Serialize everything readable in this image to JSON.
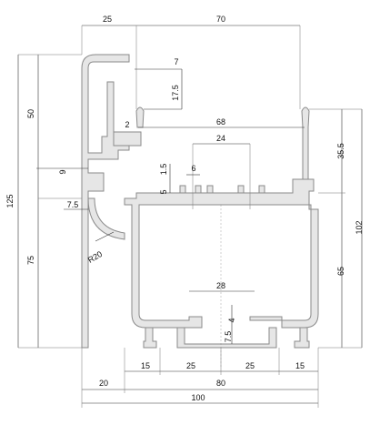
{
  "drawing": {
    "top": {
      "a": "25",
      "b": "70"
    },
    "left": {
      "total": "125",
      "upper": "50",
      "lower": "75",
      "slot": "9"
    },
    "right": {
      "height": "102",
      "upper": "35.5",
      "lower": "65"
    },
    "bottom": {
      "s1": "15",
      "s2": "25",
      "s3": "25",
      "s4": "15",
      "w20": "20",
      "w80": "80",
      "w100": "100"
    },
    "inner": {
      "d7": "7",
      "d175": "17.5",
      "d2": "2",
      "d68": "68",
      "d24": "24",
      "d15": "1.5",
      "d6": "6",
      "d5": "5",
      "d75": "7.5",
      "r20": "R20",
      "d28": "28",
      "d754": "7.5",
      "d4": "4"
    }
  }
}
